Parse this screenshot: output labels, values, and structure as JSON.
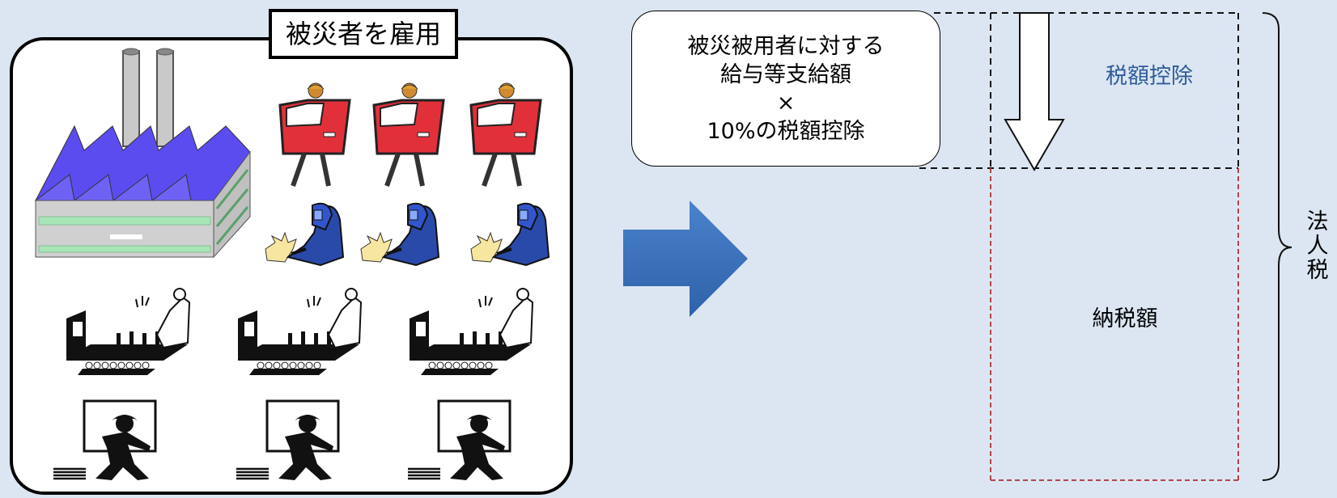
{
  "panel": {
    "title": "被災者を雇用"
  },
  "calc_box": {
    "lines": [
      "被災被用者に対する",
      "給与等支給額",
      "×",
      "10%の税額控除"
    ]
  },
  "bar": {
    "credit_label": "税額控除",
    "paid_label": "納税額",
    "brace_label": [
      "法",
      "人",
      "税"
    ]
  },
  "colors": {
    "background": "#dce6f2",
    "arrow": "#3a70b8",
    "credit_text": "#2e5b9a",
    "paid_border": "#b0454a",
    "factory_roof": "#5b4cf0"
  },
  "icons": [
    "factory-icon",
    "car-door-worker-icon",
    "welder-icon",
    "conveyor-worker-icon",
    "box-carrier-icon",
    "right-arrow-icon",
    "down-arrow-icon",
    "brace-icon"
  ]
}
